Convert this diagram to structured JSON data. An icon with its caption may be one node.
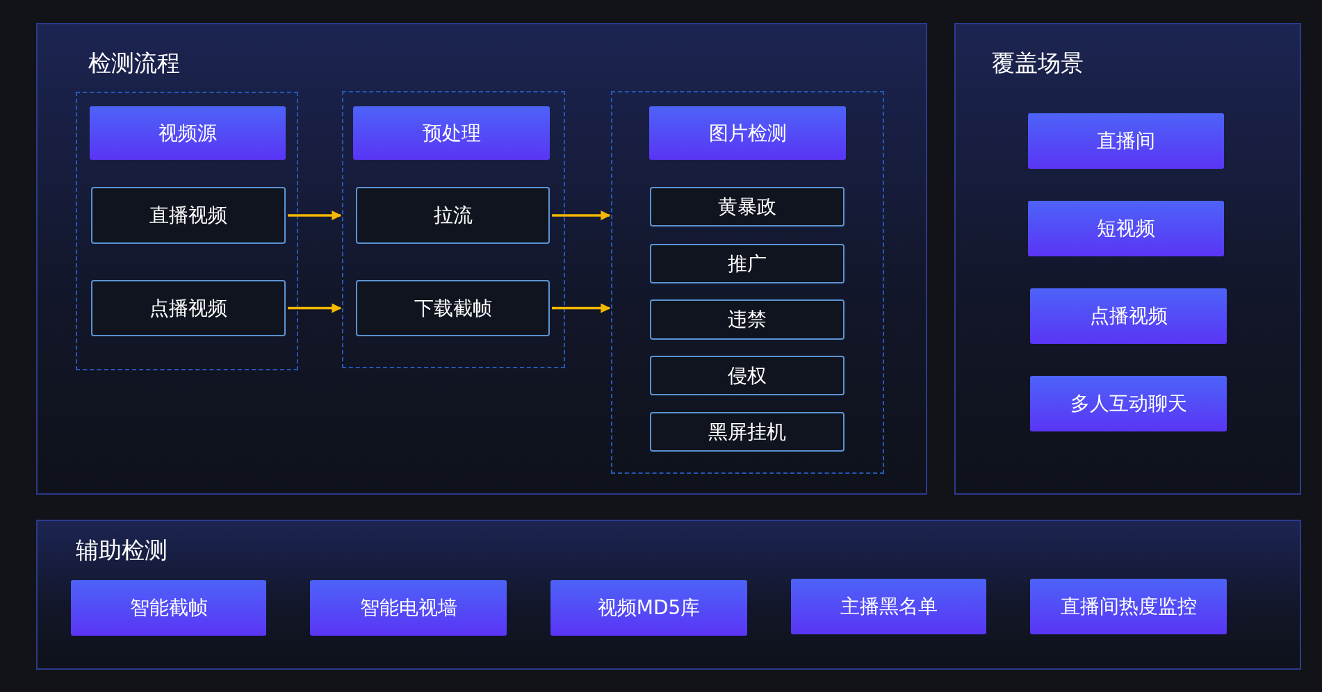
{
  "diagram": {
    "nodes": [
      {
        "text": [
          "检测流程"
        ]
      },
      {
        "text": [],
        "shape": "box",
        "in": 0
      },
      {
        "text": [
          "视频源"
        ],
        "in": 1
      },
      {
        "text": [
          "直播视频"
        ],
        "in": 1
      },
      {
        "text": [
          "点播视频"
        ],
        "in": 1
      },
      {
        "text": [],
        "shape": "box",
        "in": 0
      },
      {
        "text": [
          "预处理"
        ],
        "in": 5
      },
      {
        "text": [
          "拉流"
        ],
        "in": 5
      },
      {
        "text": [
          "下载截帧"
        ],
        "in": 5
      },
      {
        "text": [],
        "shape": "box",
        "in": 0
      },
      {
        "text": [
          "图片检测"
        ],
        "in": 9
      },
      {
        "text": [
          "黄暴政"
        ],
        "in": 9
      },
      {
        "text": [
          "推广"
        ],
        "in": 9
      },
      {
        "text": [
          "违禁"
        ],
        "in": 9
      },
      {
        "text": [
          "侵权"
        ],
        "in": 9
      },
      {
        "text": [
          "黑屏挂机"
        ],
        "in": 9
      },
      {
        "text": [
          "覆盖场景"
        ]
      },
      {
        "text": [
          "直播间"
        ],
        "in": 16
      },
      {
        "text": [
          "短视频"
        ],
        "in": 16
      },
      {
        "text": [
          "点播视频"
        ],
        "in": 16
      },
      {
        "text": [
          "多人互动聊天"
        ],
        "in": 16
      },
      {
        "text": [
          "辅助检测"
        ]
      },
      {
        "text": [
          "智能截帧"
        ],
        "in": 21
      },
      {
        "text": [
          "智能电视墙"
        ],
        "in": 21
      },
      {
        "text": [
          "视频MD5库"
        ],
        "in": 21
      },
      {
        "text": [
          "主播黑名单"
        ],
        "in": 21
      },
      {
        "text": [
          "直播间热度监控"
        ],
        "in": 21
      }
    ],
    "edges": [
      {
        "from": 3,
        "to": 5,
        "arrow": "to"
      },
      {
        "from": 4,
        "to": 5,
        "arrow": "to"
      },
      {
        "from": 7,
        "to": 9,
        "arrow": "to"
      },
      {
        "from": 8,
        "to": 9,
        "arrow": "to"
      }
    ]
  }
}
